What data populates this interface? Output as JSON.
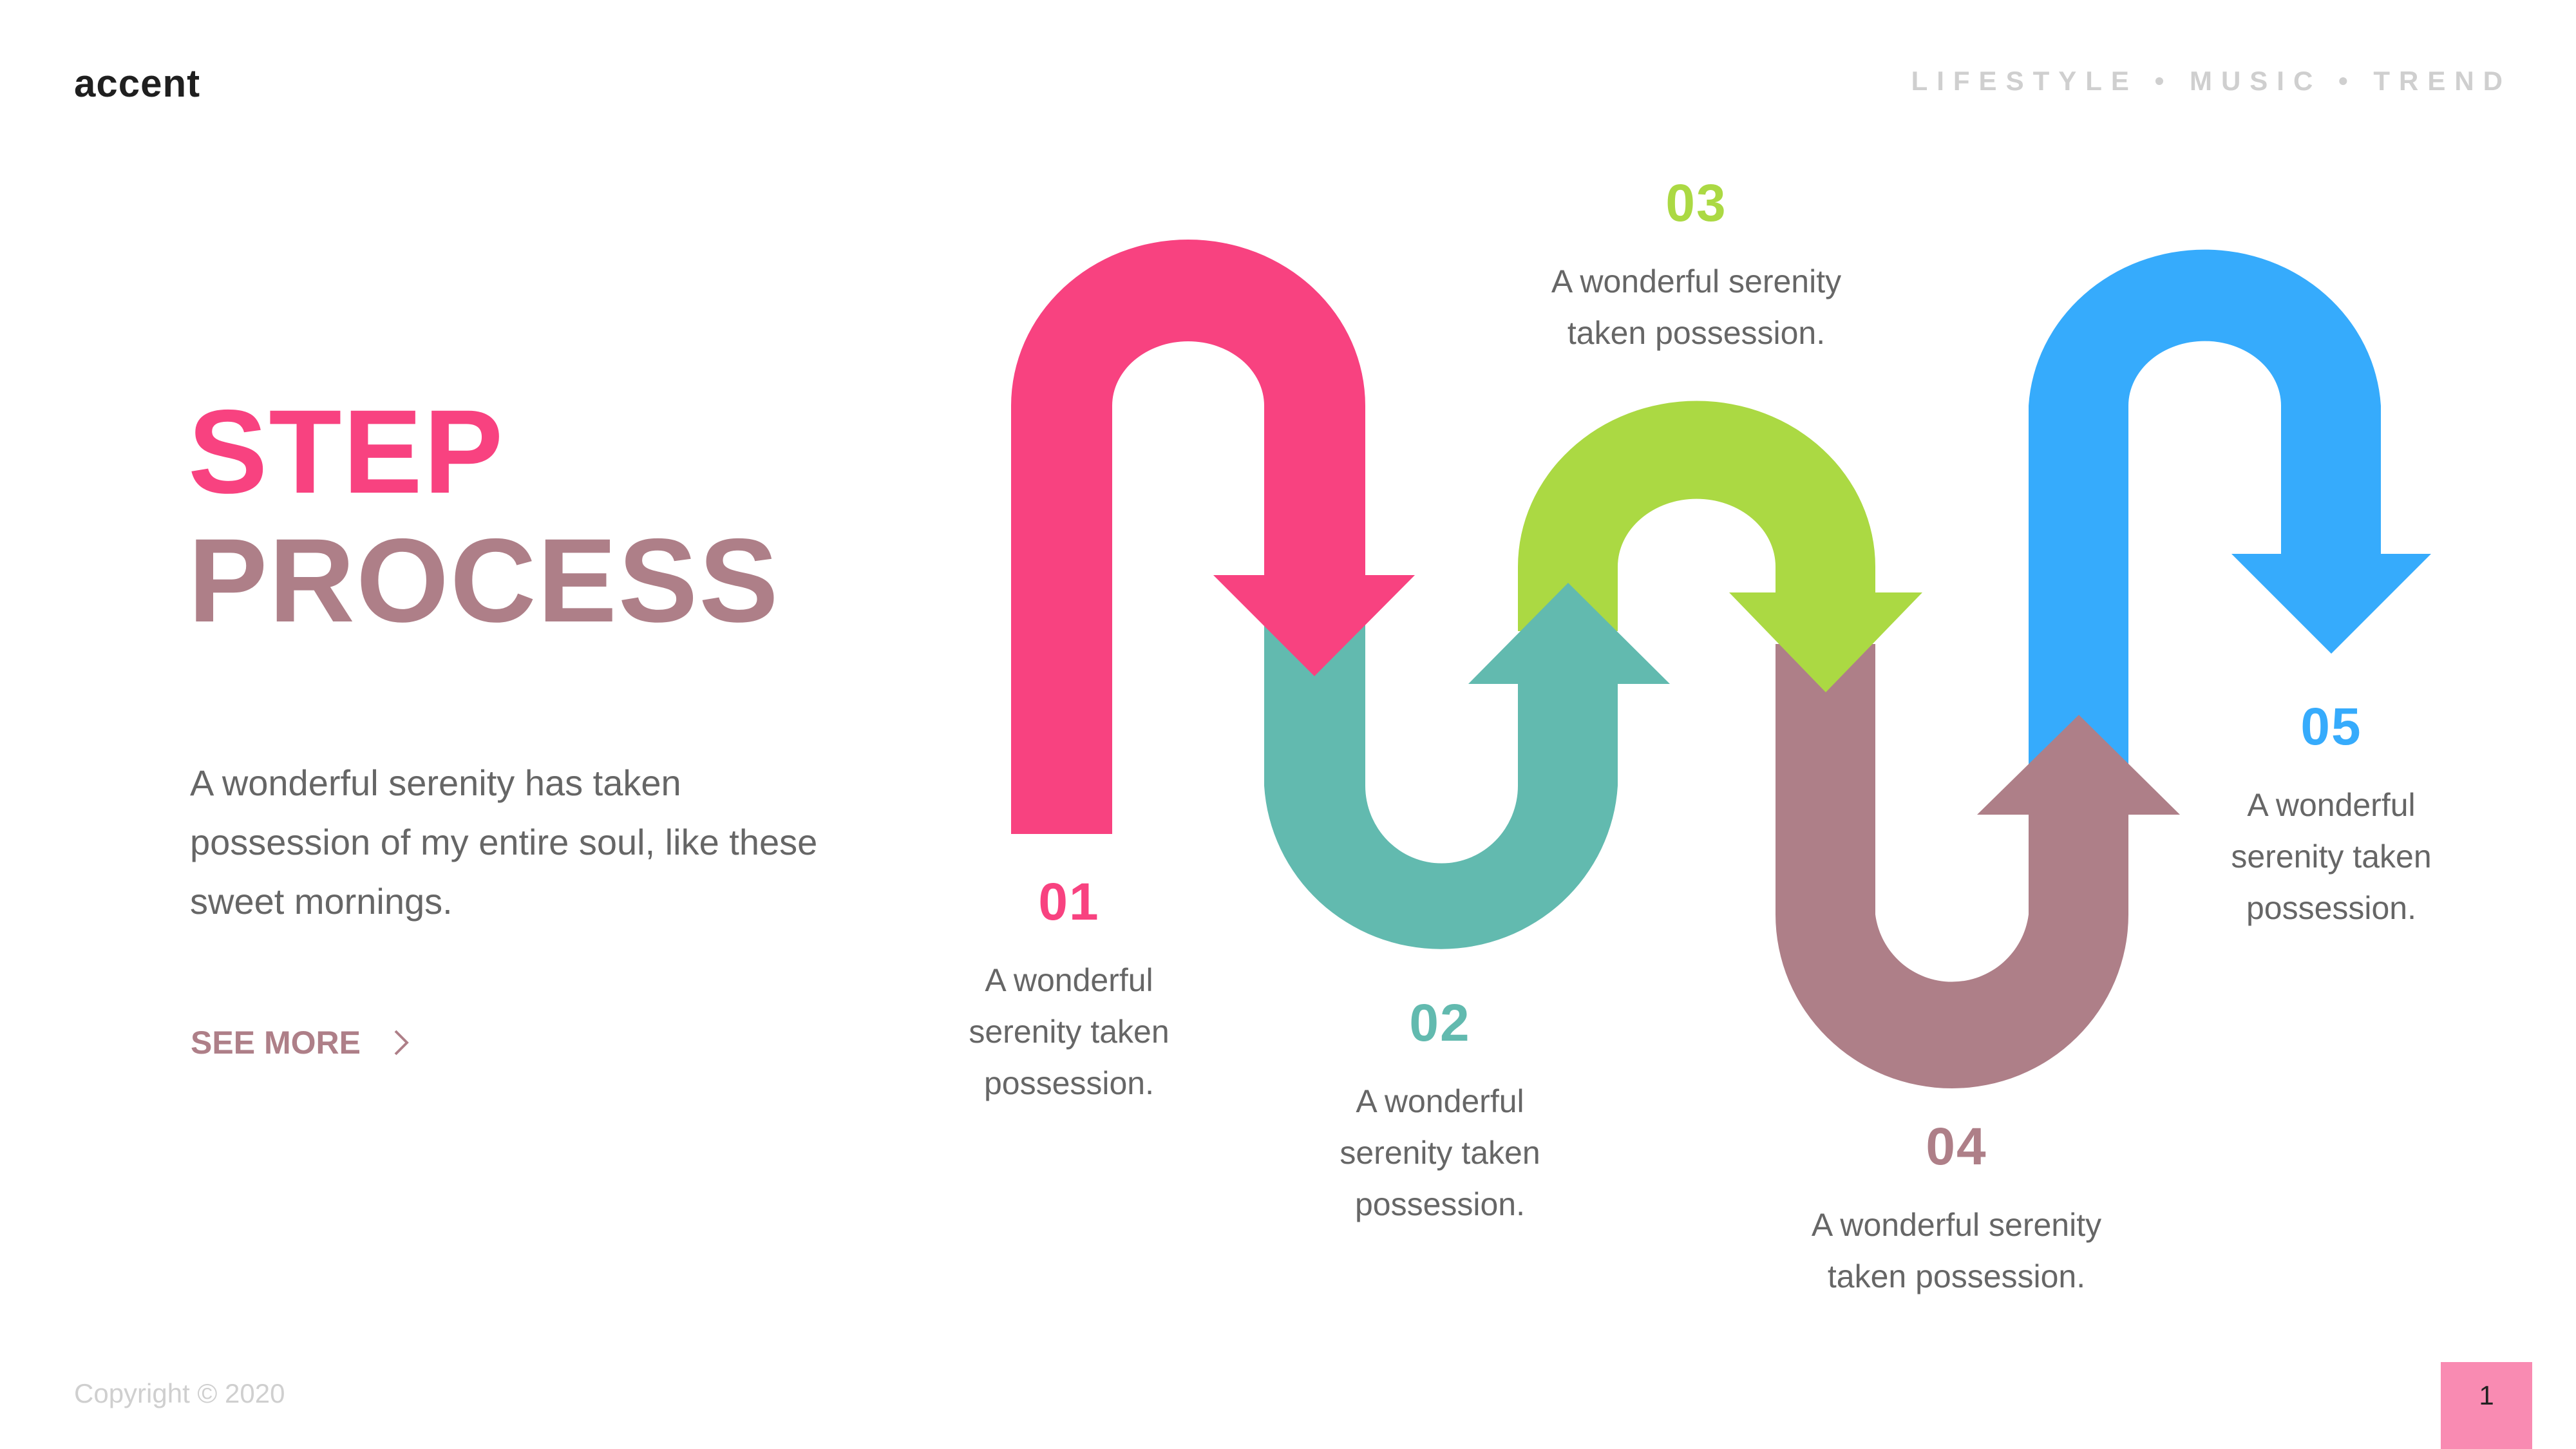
{
  "header": {
    "brand": "accent",
    "tagline": "LIFESTYLE • MUSIC • TREND"
  },
  "hero": {
    "title_line1": "STEP",
    "title_line2": "PROCESS",
    "description": "A wonderful serenity has taken possession of my entire soul, like these sweet mornings.",
    "see_more_label": "SEE MORE",
    "see_more_icon": "chevron-right-icon"
  },
  "colors": {
    "pink": "#F84280",
    "teal": "#62BAAF",
    "green": "#ABD943",
    "mauve": "#AE7F88",
    "blue": "#36ABFC",
    "page_box": "#F98BB2",
    "text_gray": "#666666",
    "light_gray": "#CFCFCF"
  },
  "steps": [
    {
      "number": "01",
      "line1": "A wonderful",
      "line2": "serenity taken",
      "line3": "possession.",
      "color": "#F84280"
    },
    {
      "number": "02",
      "line1": "A wonderful",
      "line2": "serenity taken",
      "line3": "possession.",
      "color": "#62BAAF"
    },
    {
      "number": "03",
      "line1": "A wonderful serenity",
      "line2": "taken possession.",
      "color": "#ABD943"
    },
    {
      "number": "04",
      "line1": "A wonderful serenity",
      "line2": "taken possession.",
      "color": "#AE7F88"
    },
    {
      "number": "05",
      "line1": "A wonderful",
      "line2": "serenity taken",
      "line3": "possession.",
      "color": "#36ABFC"
    }
  ],
  "footer": {
    "copyright": "Copyright © 2020",
    "page_number": "1"
  }
}
